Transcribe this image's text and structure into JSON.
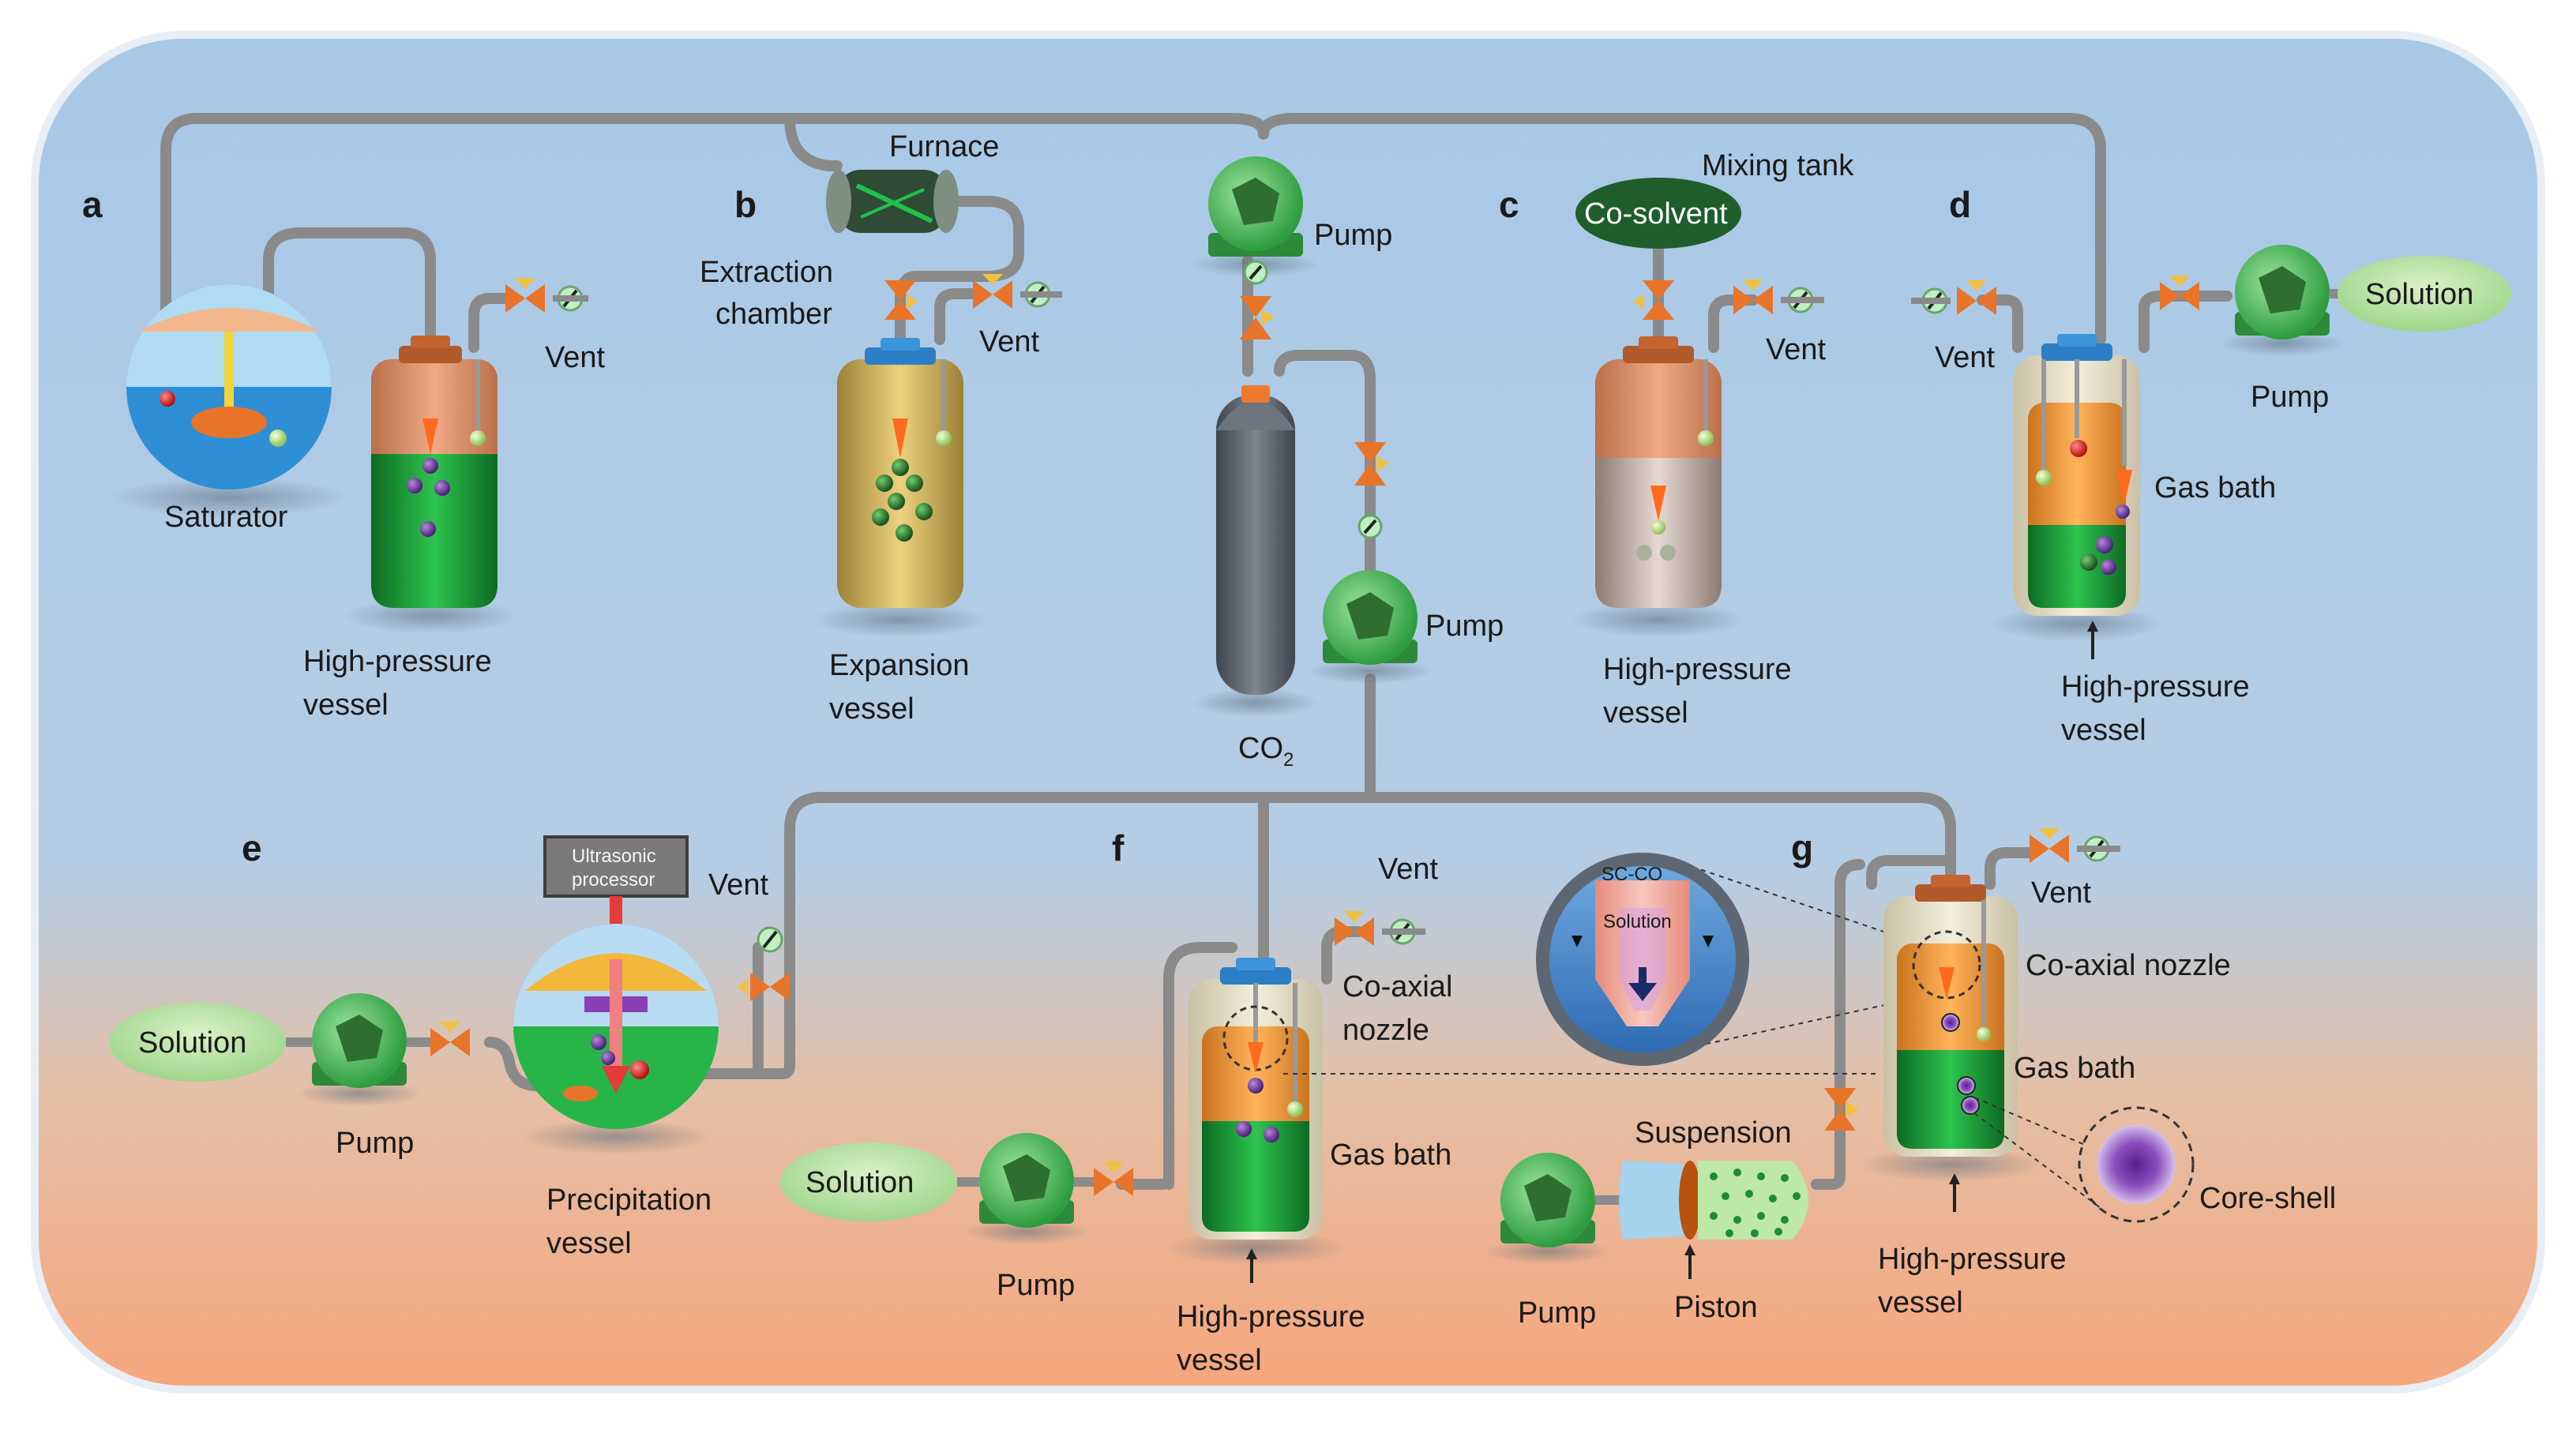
{
  "panels": [
    "a",
    "b",
    "c",
    "d",
    "e",
    "f",
    "g"
  ],
  "labels": {
    "saturator": "Saturator",
    "hpv_a": [
      "High-pressure",
      "vessel"
    ],
    "vent": "Vent",
    "furnace": "Furnace",
    "extraction": [
      "Extraction",
      "chamber"
    ],
    "expansion": [
      "Expansion",
      "vessel"
    ],
    "pump": "Pump",
    "co2": "CO",
    "co2_sub": "2",
    "mixing_tank": "Mixing tank",
    "co_solvent": "Co-solvent",
    "hpv_c": [
      "High-pressure",
      "vessel"
    ],
    "solution": "Solution",
    "gas_bath": "Gas bath",
    "hpv_d": [
      "High-pressure",
      "vessel"
    ],
    "ultrasonic": [
      "Ultrasonic",
      "processor"
    ],
    "precipitation": [
      "Precipitation",
      "vessel"
    ],
    "coaxial_f": [
      "Co-axial",
      "nozzle"
    ],
    "hpv_f": [
      "High-pressure",
      "vessel"
    ],
    "inset_scco2": "SC-CO",
    "inset_solution": "Solution",
    "coaxial_g": "Co-axial nozzle",
    "suspension": "Suspension",
    "piston": "Piston",
    "core_shell": "Core-shell",
    "hpv_g": [
      "High-pressure",
      "vessel"
    ]
  },
  "colors": {
    "bg_top": "#a9c9e6",
    "bg_bottom": "#f6b08a",
    "pipe": "#8f8f8f",
    "pump": "#3bb34a",
    "valve": "#e8742a",
    "liquid_green": "#1f9a3c",
    "solution_fill": "#b9e3a3"
  }
}
